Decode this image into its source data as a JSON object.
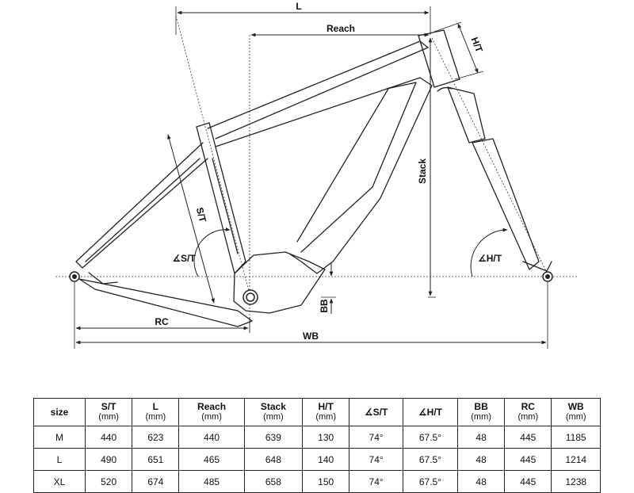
{
  "diagram": {
    "labels": {
      "l": "L",
      "reach": "Reach",
      "ht": "H/T",
      "stack": "Stack",
      "st": "S/T",
      "st_angle": "∡S/T",
      "ht_angle": "∡H/T",
      "bb": "BB",
      "rc": "RC",
      "wb": "WB"
    }
  },
  "table": {
    "headers": [
      {
        "label": "size",
        "unit": ""
      },
      {
        "label": "S/T",
        "unit": "(mm)"
      },
      {
        "label": "L",
        "unit": "(mm)"
      },
      {
        "label": "Reach",
        "unit": "(mm)"
      },
      {
        "label": "Stack",
        "unit": "(mm)"
      },
      {
        "label": "H/T",
        "unit": "(mm)"
      },
      {
        "label": "∡S/T",
        "unit": ""
      },
      {
        "label": "∡H/T",
        "unit": ""
      },
      {
        "label": "BB",
        "unit": "(mm)"
      },
      {
        "label": "RC",
        "unit": "(mm)"
      },
      {
        "label": "WB",
        "unit": "(mm)"
      }
    ],
    "rows": [
      [
        "M",
        "440",
        "623",
        "440",
        "639",
        "130",
        "74°",
        "67.5°",
        "48",
        "445",
        "1185"
      ],
      [
        "L",
        "490",
        "651",
        "465",
        "648",
        "140",
        "74°",
        "67.5°",
        "48",
        "445",
        "1214"
      ],
      [
        "XL",
        "520",
        "674",
        "485",
        "658",
        "150",
        "74°",
        "67.5°",
        "48",
        "445",
        "1238"
      ]
    ]
  }
}
